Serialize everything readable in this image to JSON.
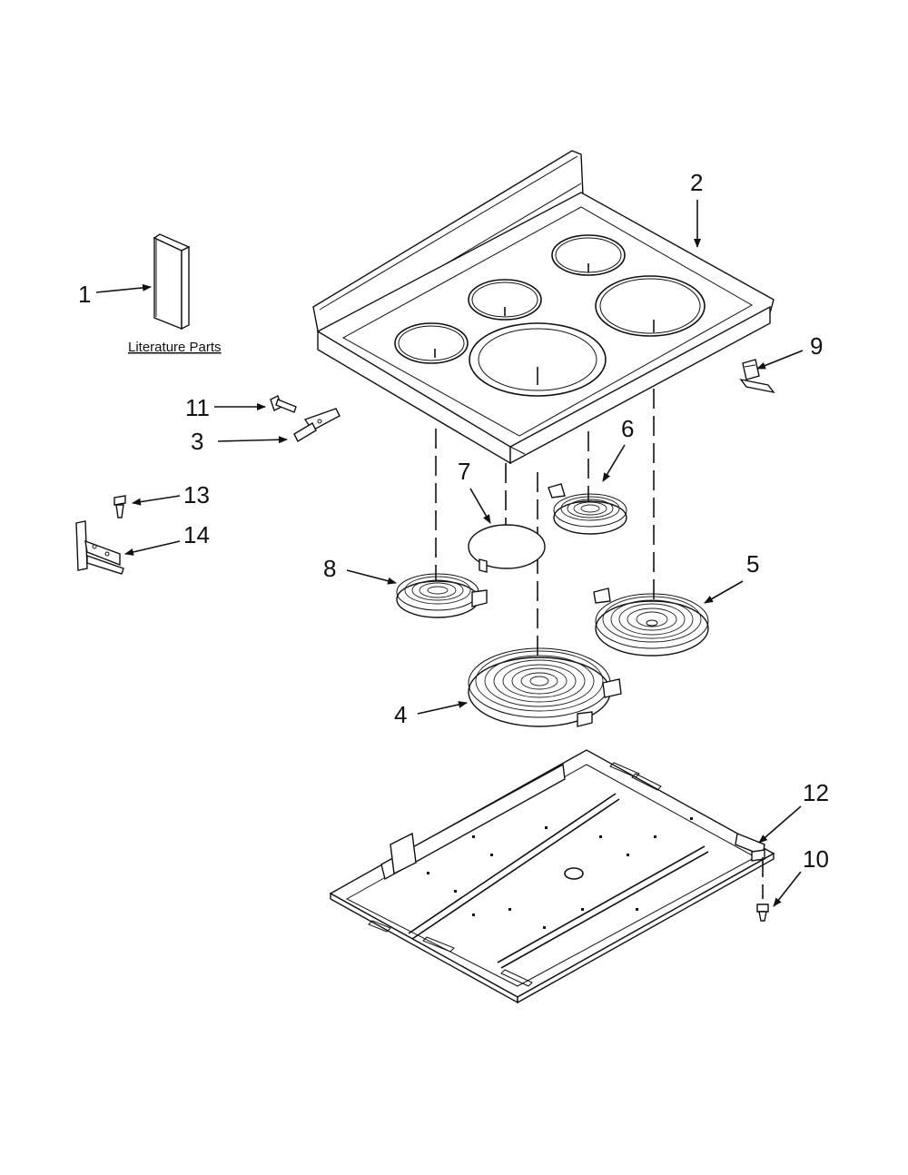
{
  "diagram": {
    "literature_label": "Literature Parts",
    "callouts": {
      "c1": "1",
      "c2": "2",
      "c3": "3",
      "c4": "4",
      "c5": "5",
      "c6": "6",
      "c7": "7",
      "c8": "8",
      "c9": "9",
      "c10": "10",
      "c11": "11",
      "c12": "12",
      "c13": "13",
      "c14": "14"
    }
  }
}
